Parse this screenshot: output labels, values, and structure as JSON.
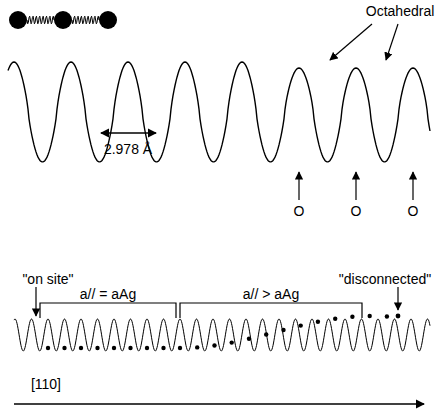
{
  "diagram": {
    "labels": [
      "Octahedral",
      "2.978 Å",
      "O",
      "O",
      "O",
      "\"on site\"",
      "a// = aAg",
      "a// > aAg",
      "\"disconnected\"",
      "[110]"
    ]
  }
}
